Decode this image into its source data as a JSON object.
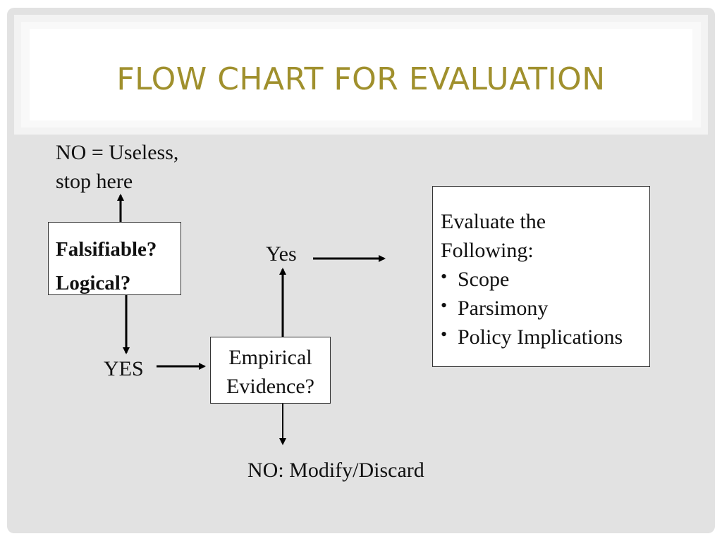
{
  "slide": {
    "title": "FLOW CHART FOR EVALUATION"
  },
  "flowchart": {
    "no_useless": [
      "NO = Useless,",
      "stop here"
    ],
    "start_box": [
      "Falsifiable?",
      "Logical?"
    ],
    "yes_caps": "YES",
    "empirical_box": [
      "Empirical",
      "Evidence?"
    ],
    "yes_lower": "Yes",
    "no_modify": "NO: Modify/Discard",
    "evaluate_box": {
      "heading": [
        "Evaluate the",
        "Following:"
      ],
      "items": [
        "Scope",
        "Parsimony",
        "Policy Implications"
      ]
    }
  },
  "colors": {
    "title": "#a0902d",
    "background": "#e2e2e2",
    "text": "#111111"
  }
}
